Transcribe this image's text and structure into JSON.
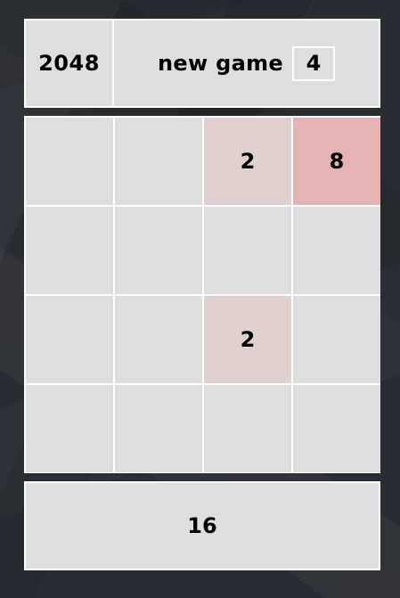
{
  "header": {
    "title": "2048",
    "new_game_label": "new game",
    "board_size_value": "4"
  },
  "board": {
    "size": 4,
    "empty_color": "#dedede",
    "tile_colors": {
      "2": "#e1d0d0",
      "8": "#e6b3b4"
    },
    "tiles": [
      [
        "",
        "",
        "2",
        "8"
      ],
      [
        "",
        "",
        "",
        ""
      ],
      [
        "",
        "",
        "2",
        ""
      ],
      [
        "",
        "",
        "",
        ""
      ]
    ]
  },
  "score": {
    "value": "16"
  }
}
